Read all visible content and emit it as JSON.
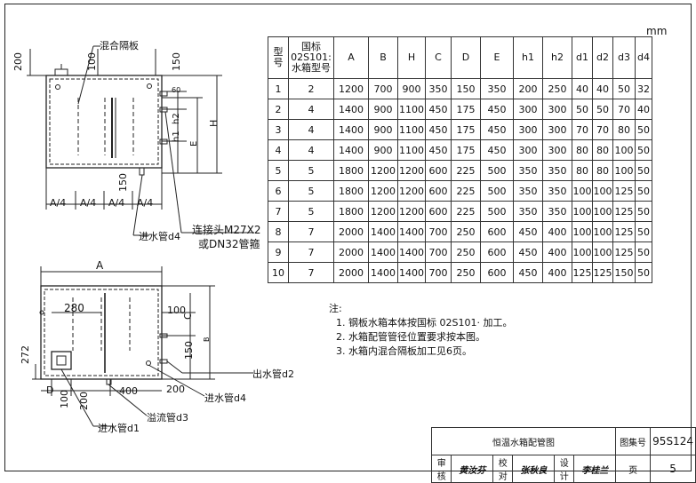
{
  "unit": "mm",
  "table": {
    "headers": [
      "型\n号",
      "国标\n02S101:\n水箱型号",
      "A",
      "B",
      "H",
      "C",
      "D",
      "E",
      "h1",
      "h2",
      "d1",
      "d2",
      "d3",
      "d4"
    ],
    "rows": [
      [
        "1",
        "2",
        "1200",
        "700",
        "900",
        "350",
        "150",
        "350",
        "200",
        "250",
        "40",
        "40",
        "50",
        "32"
      ],
      [
        "2",
        "4",
        "1400",
        "900",
        "1100",
        "450",
        "175",
        "450",
        "300",
        "300",
        "50",
        "50",
        "70",
        "40"
      ],
      [
        "3",
        "4",
        "1400",
        "900",
        "1100",
        "450",
        "175",
        "450",
        "300",
        "300",
        "70",
        "70",
        "80",
        "50"
      ],
      [
        "4",
        "4",
        "1400",
        "900",
        "1100",
        "450",
        "175",
        "450",
        "300",
        "300",
        "80",
        "80",
        "100",
        "50"
      ],
      [
        "5",
        "5",
        "1800",
        "1200",
        "1200",
        "600",
        "225",
        "500",
        "350",
        "350",
        "80",
        "80",
        "100",
        "50"
      ],
      [
        "6",
        "5",
        "1800",
        "1200",
        "1200",
        "600",
        "225",
        "500",
        "350",
        "350",
        "100",
        "100",
        "125",
        "50"
      ],
      [
        "7",
        "5",
        "1800",
        "1200",
        "1200",
        "600",
        "225",
        "500",
        "350",
        "350",
        "100",
        "100",
        "125",
        "50"
      ],
      [
        "8",
        "7",
        "2000",
        "1400",
        "1400",
        "700",
        "250",
        "600",
        "450",
        "400",
        "100",
        "100",
        "125",
        "50"
      ],
      [
        "9",
        "7",
        "2000",
        "1400",
        "1400",
        "700",
        "250",
        "600",
        "450",
        "400",
        "100",
        "100",
        "125",
        "50"
      ],
      [
        "10",
        "7",
        "2000",
        "1400",
        "1400",
        "700",
        "250",
        "600",
        "450",
        "400",
        "125",
        "125",
        "150",
        "50"
      ]
    ]
  },
  "notes": {
    "title": "注:",
    "items": [
      "1. 钢板水箱本体按国标  02S101· 加工。",
      "2. 水箱配管管径位置要求按本图。",
      "3. 水箱内混合隔板加工见6页。"
    ]
  },
  "title_block": {
    "drawing_title": "恒温水箱配管图",
    "atlas_label": "图集号",
    "atlas_no": "95S124",
    "review_label": "审核",
    "review_sig": "黄汝芬",
    "check_label": "校对",
    "check_sig": "张秋良",
    "design_label": "设计",
    "design_sig": "李桂兰",
    "page_label": "页",
    "page_no": "5"
  },
  "labels": {
    "mixing_plate": "混合隔板",
    "connector": "连接头M27X2",
    "connector2": "或DN32管箍",
    "inlet_d4_top": "进水管d4",
    "outlet_d2": "出水管d2",
    "inlet_d4": "进水管d4",
    "overflow_d3": "溢流管d3",
    "inlet_d1": "进水管d1",
    "dim_200_top": "200",
    "dim_100_top": "100",
    "dim_150_top": "150",
    "dim_60": "60",
    "dim_h2": "h2",
    "dim_h1": "h1",
    "dim_E": "E",
    "dim_H": "H",
    "dim_150_mid": "150",
    "dim_a4": "A/4",
    "dim_A": "A",
    "dim_280": "280",
    "dim_100C": "100",
    "dim_C": "C",
    "dim_B": "B",
    "dim_272": "272",
    "dim_150_r": "150",
    "dim_D": "D",
    "dim_100_b": "100",
    "dim_200_b": "200",
    "dim_400": "400",
    "dim_200_br": "200"
  }
}
